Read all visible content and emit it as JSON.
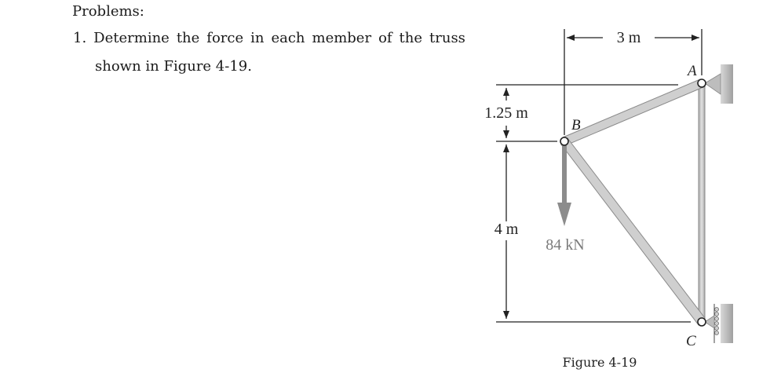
{
  "document": {
    "heading": "Problems:",
    "problem": {
      "number": "1.",
      "words": [
        "Determine",
        "the",
        "force",
        "in",
        "each",
        "member",
        "of",
        "the",
        "truss"
      ],
      "line2": "shown in Figure 4-19."
    }
  },
  "figure": {
    "caption": "Figure 4-19",
    "dimensions": {
      "horizontal": "3 m",
      "upper_vertical": "1.25 m",
      "lower_vertical": "4 m"
    },
    "load": "84 kN",
    "joints": {
      "A": "A",
      "B": "B",
      "C": "C"
    },
    "colors": {
      "member_fill": "#c8c8c8",
      "member_edge": "#8a8a8a",
      "load_arrow": "#8c8c8c",
      "wall": "#b5b5b5",
      "dim_line": "#222222"
    }
  }
}
